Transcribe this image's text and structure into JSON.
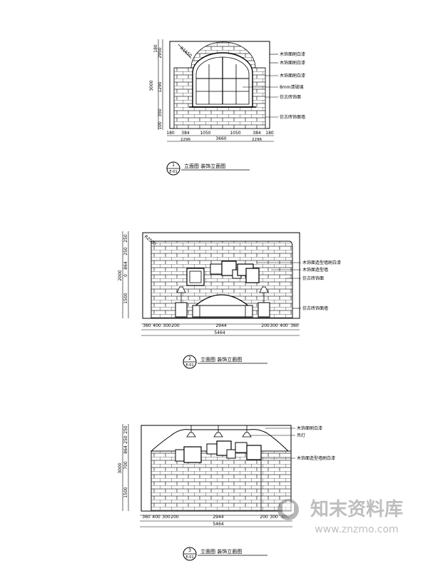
{
  "drawing1": {
    "dims_vertical": [
      "180",
      "2950",
      "1290",
      "350",
      "3000",
      "100"
    ],
    "dims_horizontal": [
      "180",
      "384",
      "1050",
      "1050",
      "384",
      "180"
    ],
    "dims_total": "3660",
    "subtotals": [
      "2296",
      "2296"
    ],
    "radius_label": "R1650",
    "callouts": [
      "木饰面刷白漆",
      "木饰面刷白漆",
      "木饰面刷白漆",
      "8mm清玻璃",
      "仿古砖饰面",
      "仿古砖饰面墙"
    ],
    "caption": "立面图 装饰立面图"
  },
  "drawing2": {
    "dims_vertical": [
      "250",
      "250",
      "864",
      "0",
      "1500",
      "2000"
    ],
    "dims_horizontal": [
      "360",
      "400",
      "300",
      "200",
      "2944",
      "200",
      "300",
      "400",
      "360"
    ],
    "dims_total": "5464",
    "radius_label": "R2500",
    "callouts": [
      "木饰面造型墙刷白漆",
      "木饰面造型墙",
      "仿古砖饰面",
      "仿古砖饰面墙"
    ],
    "caption": "立面图 装饰立面图"
  },
  "drawing3": {
    "dims_vertical": [
      "250",
      "250",
      "864",
      "700",
      "1500",
      "3000"
    ],
    "dims_horizontal": [
      "360",
      "400",
      "300",
      "200",
      "2944",
      "200",
      "300",
      "400"
    ],
    "dims_total": "5464",
    "callouts": [
      "木饰面刷白漆",
      "吊灯",
      "木饰面造型墙刷白漆"
    ],
    "caption": "立面图 装饰立面图"
  },
  "watermark": {
    "title": "知末资料库",
    "url": "www.znzmo.com"
  }
}
